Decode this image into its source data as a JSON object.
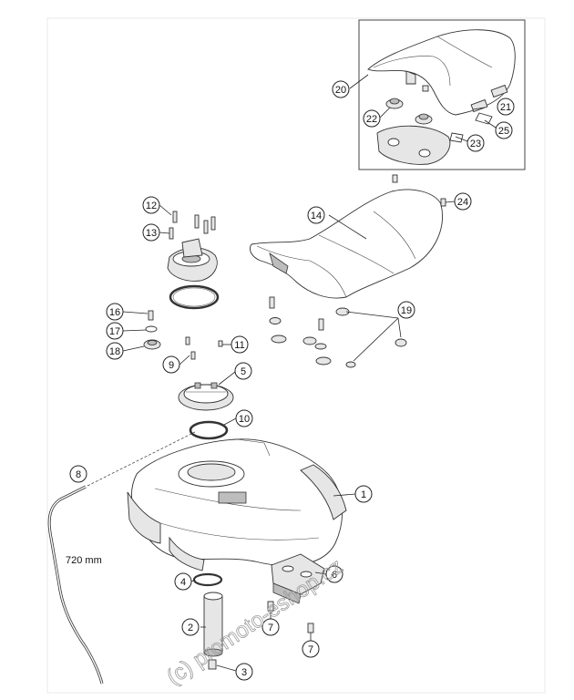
{
  "hose_length_label": "720 mm",
  "watermark": "(c) promoto-eshop.cz",
  "callouts": [
    {
      "id": "1",
      "text": "1"
    },
    {
      "id": "2",
      "text": "2"
    },
    {
      "id": "3",
      "text": "3"
    },
    {
      "id": "4",
      "text": "4"
    },
    {
      "id": "5",
      "text": "5"
    },
    {
      "id": "6",
      "text": "6"
    },
    {
      "id": "7a",
      "text": "7"
    },
    {
      "id": "7b",
      "text": "7"
    },
    {
      "id": "8",
      "text": "8"
    },
    {
      "id": "9",
      "text": "9"
    },
    {
      "id": "10",
      "text": "10"
    },
    {
      "id": "11",
      "text": "11"
    },
    {
      "id": "12",
      "text": "12"
    },
    {
      "id": "13",
      "text": "13"
    },
    {
      "id": "14",
      "text": "14"
    },
    {
      "id": "16",
      "text": "16"
    },
    {
      "id": "17",
      "text": "17"
    },
    {
      "id": "18",
      "text": "18"
    },
    {
      "id": "19",
      "text": "19"
    },
    {
      "id": "20",
      "text": "20"
    },
    {
      "id": "21",
      "text": "21"
    },
    {
      "id": "22",
      "text": "22"
    },
    {
      "id": "23",
      "text": "23"
    },
    {
      "id": "24",
      "text": "24"
    },
    {
      "id": "25",
      "text": "25"
    }
  ]
}
